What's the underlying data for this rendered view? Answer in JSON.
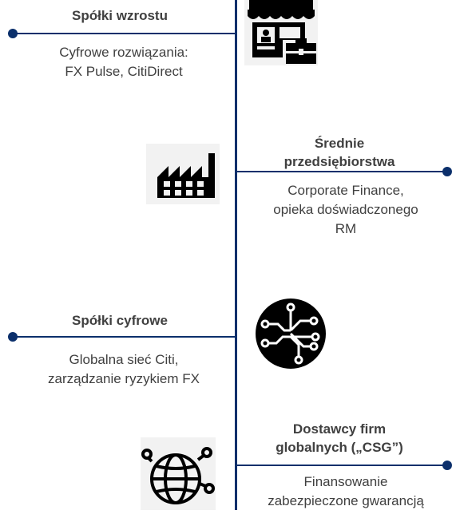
{
  "colors": {
    "line": "#0b2f6b",
    "text": "#404040",
    "icon_bg": "#f2f2f2",
    "icon": "#000000"
  },
  "segments": [
    {
      "title": "Spółki wzrostu",
      "description": "Cyfrowe rozwiązania:\nFX Pulse, CitiDirect",
      "side": "left",
      "icon": "storefront-briefcase-icon"
    },
    {
      "title": "Średnie\nprzedsiębiorstwa",
      "description": "Corporate Finance,\nopieka doświadczonego\nRM",
      "side": "right",
      "icon": "factory-icon"
    },
    {
      "title": "Spółki cyfrowe",
      "description": "Globalna sieć Citi,\nzarządzanie ryzykiem FX",
      "side": "left",
      "icon": "circuit-icon"
    },
    {
      "title": "Dostawcy firm\nglobalnych („CSG”)",
      "description": "Finansowanie\nzabezpieczone gwarancją",
      "side": "right",
      "icon": "globe-network-icon"
    }
  ]
}
